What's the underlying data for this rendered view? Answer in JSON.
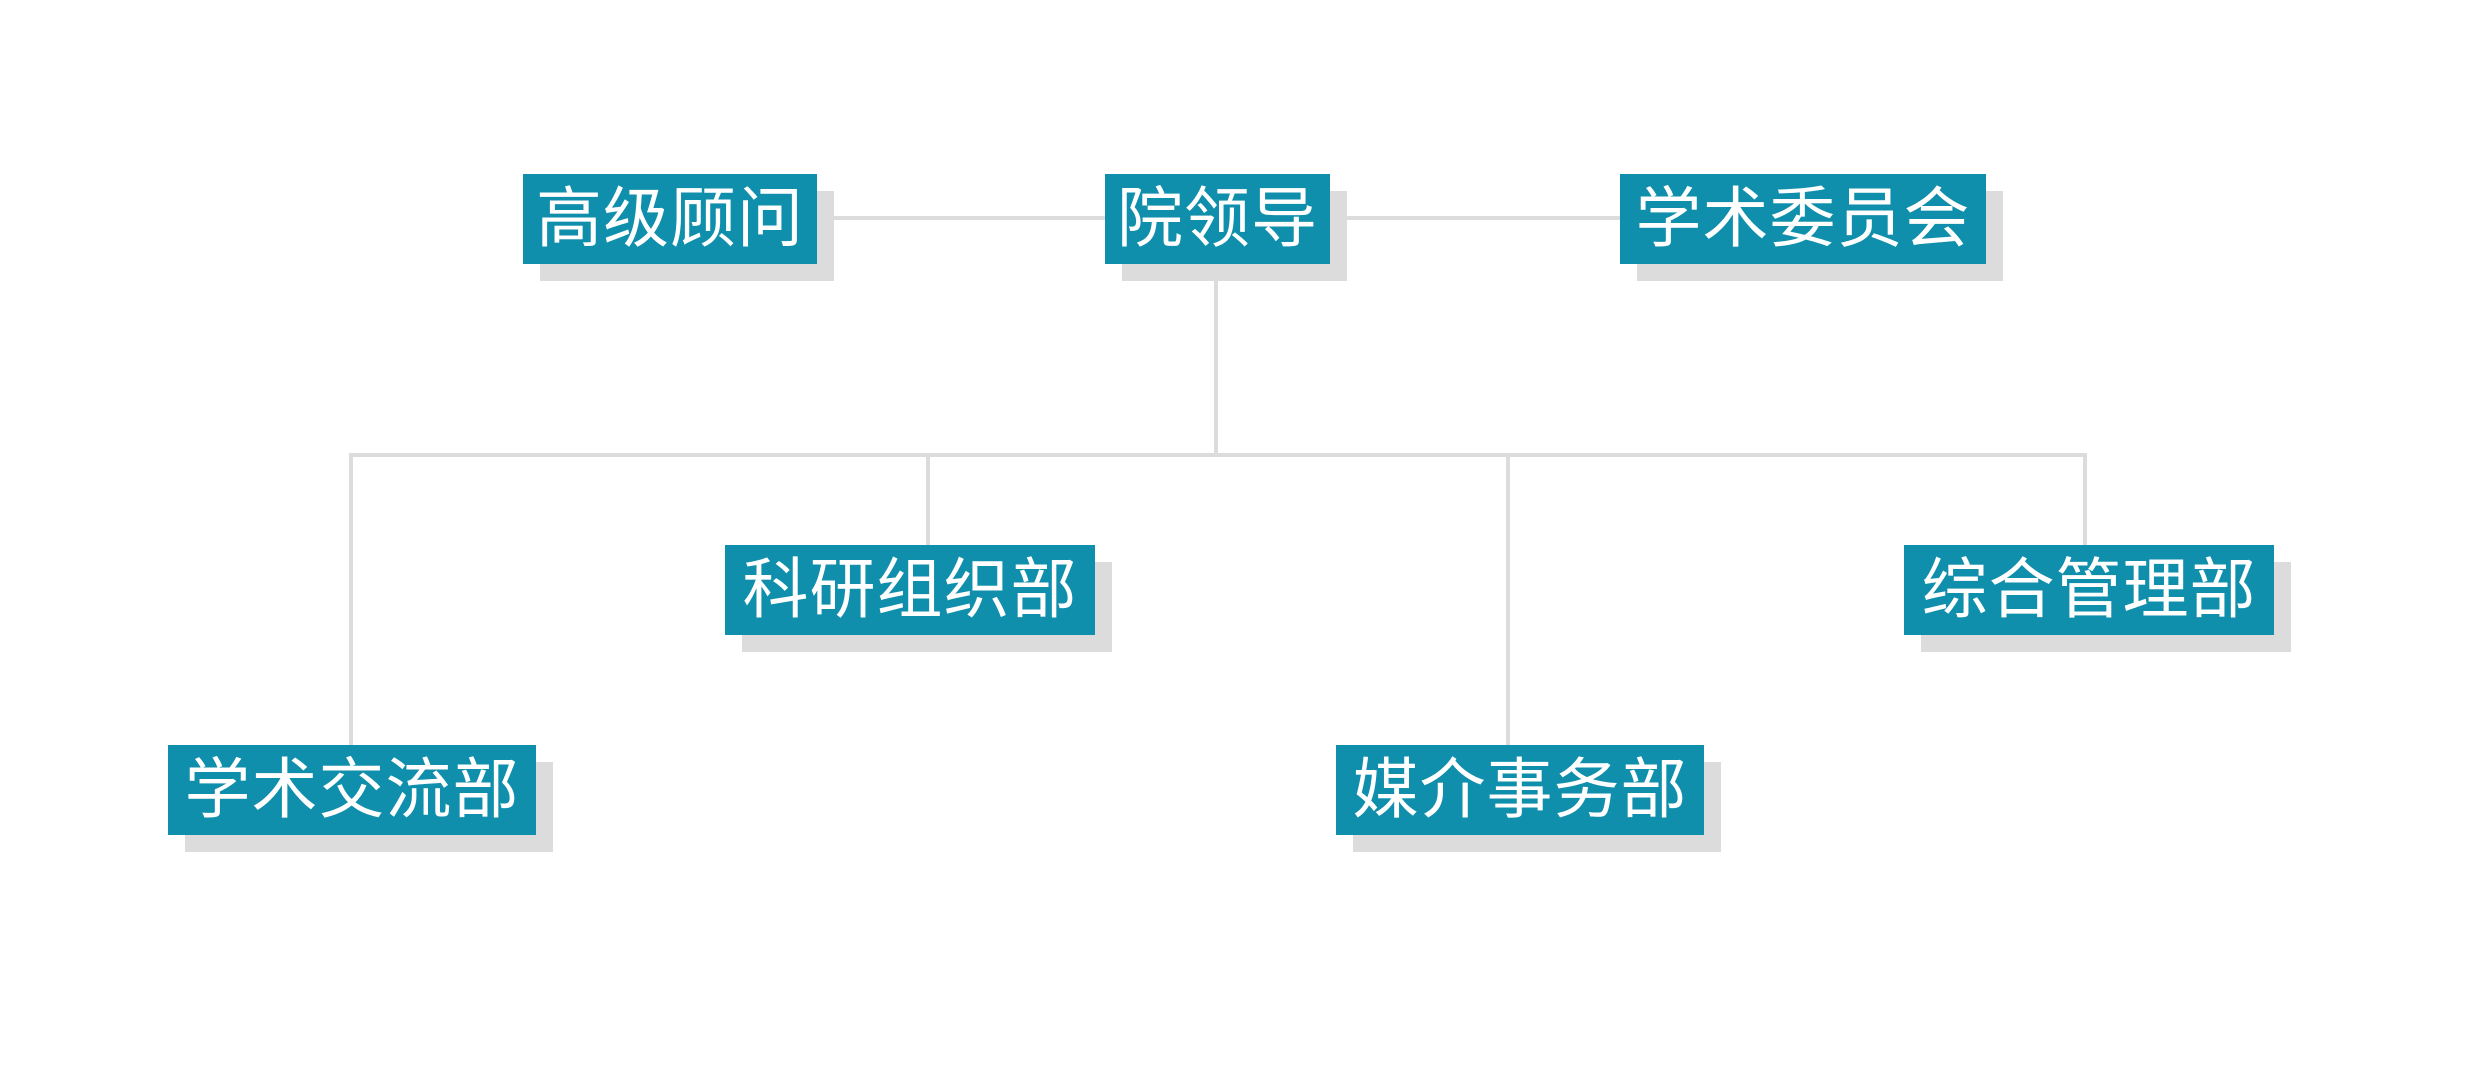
{
  "colors": {
    "box_fill": "#0f8fab",
    "box_text": "#ffffff",
    "shadow": "#dcdcdc",
    "connector": "#dcdcdc",
    "background": "#ffffff"
  },
  "nodes": {
    "leadership": "院领导",
    "senior_advisor": "高级顾问",
    "academic_committee": "学术委员会",
    "research_dept": "科研组织部",
    "general_mgmt_dept": "综合管理部",
    "academic_exchange_dept": "学术交流部",
    "media_affairs_dept": "媒介事务部"
  }
}
